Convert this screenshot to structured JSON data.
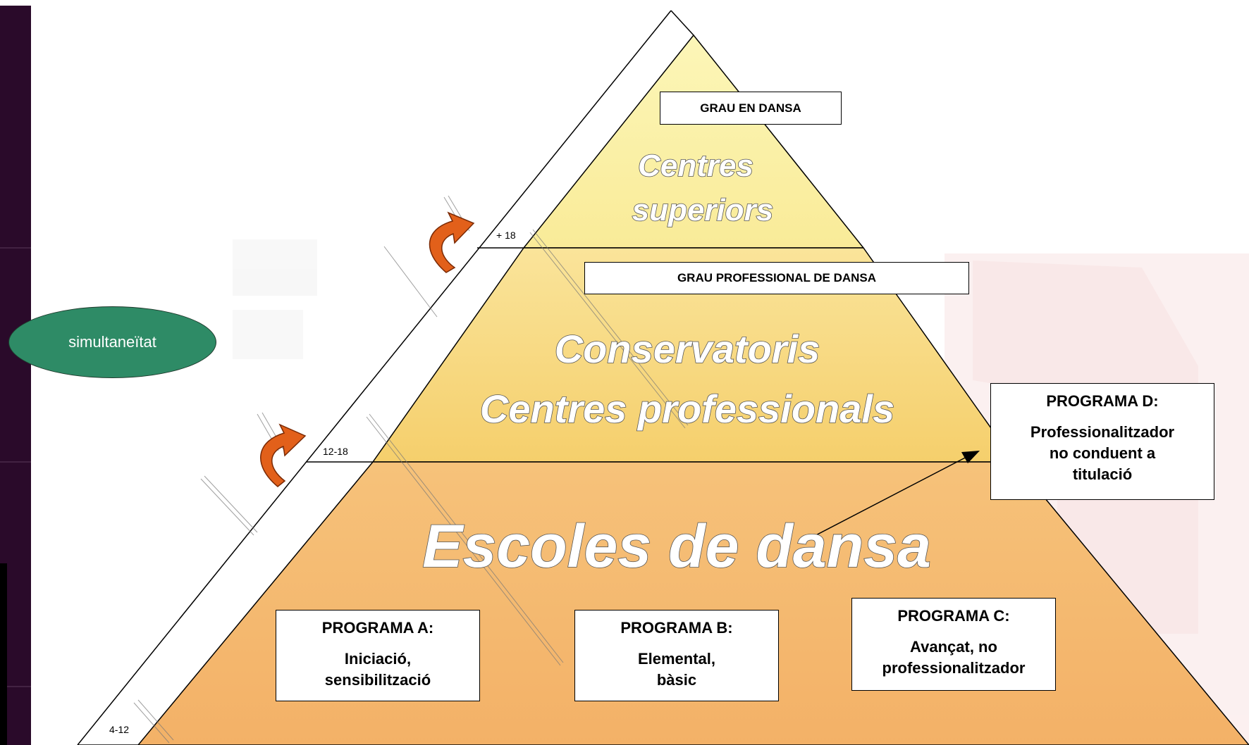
{
  "ages": {
    "top": "+ 18",
    "middle": "12-18",
    "bottom": "4-12"
  },
  "levels": {
    "top": {
      "degree": "GRAU EN DANSA",
      "title_line1": "Centres",
      "title_line2": "superiors"
    },
    "middle": {
      "degree": "GRAU PROFESSIONAL DE DANSA",
      "title_line1": "Conservatoris",
      "title_line2": "Centres professionals"
    },
    "bottom": {
      "title": "Escoles de dansa"
    }
  },
  "programs": {
    "a": {
      "title": "PROGRAMA A:",
      "desc": "Iniciació,\nsensibilització"
    },
    "b": {
      "title": "PROGRAMA B:",
      "desc": "Elemental,\nbàsic"
    },
    "c": {
      "title": "PROGRAMA C:",
      "desc": "Avançat, no\nprofessionalitzador"
    },
    "d": {
      "title": "PROGRAMA D:",
      "desc": "Professionalitzador\nno conduent a\ntitulació"
    }
  },
  "simultaneity": "simultaneïtat",
  "colors": {
    "top_tier": "#fbf3a8",
    "middle_tier": "#f8d978",
    "bottom_tier": "#f4b56a",
    "left_band": "#2a0a2a",
    "oval": "#2e8b66",
    "arrow": "#e2601a"
  }
}
